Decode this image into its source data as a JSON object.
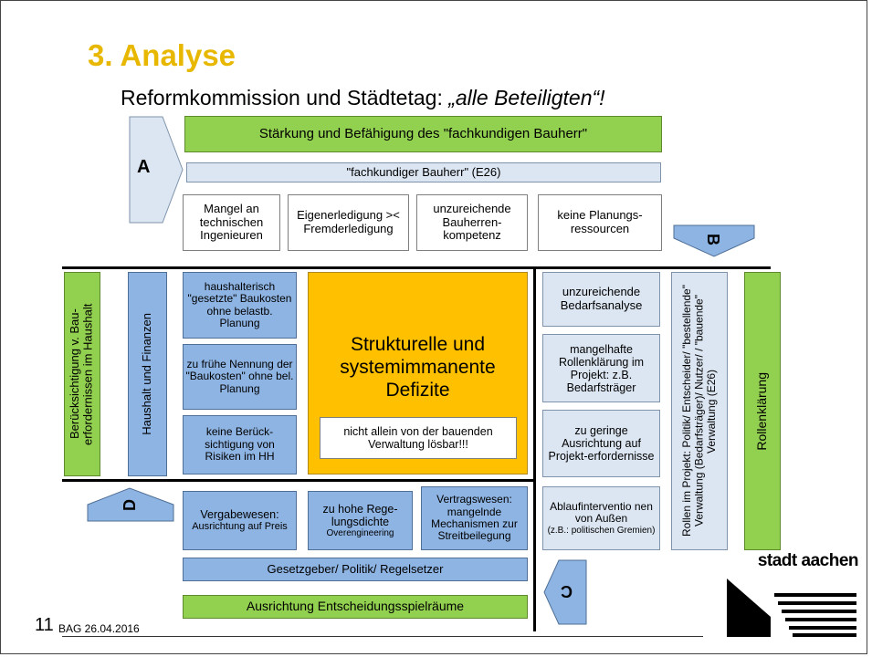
{
  "slide": {
    "title": "3. Analyse",
    "subtitle_plain": "Reformkommission und Städtetag: ",
    "subtitle_italic": "„alle Beteiligten“!",
    "footer_number": "11",
    "footer_text": "BAG 26.04.2016",
    "logo_text": "stadt aachen",
    "colors": {
      "title": "#e8b800",
      "green": "#92d050",
      "light_blue": "#dce6f2",
      "mid_blue": "#8eb4e3",
      "orange": "#ffc000"
    }
  },
  "section_a": {
    "arrow_label": "A",
    "header": "Stärkung und Befähigung des \"fachkundigen Bauherr\"",
    "sub": "\"fachkundiger Bauherr\" (E26)",
    "items": [
      {
        "text": "Mangel an technischen Ingenieuren"
      },
      {
        "text": "Eigenerledigung >< Fremderledigung"
      },
      {
        "text": "unzureichende Bauherren-kompetenz"
      },
      {
        "text": "keine Planungs-ressourcen"
      }
    ]
  },
  "section_b": {
    "arrow_label": "B",
    "items": [
      {
        "text": "unzureichende Bedarfsanalyse"
      },
      {
        "text": "mangelhafte Rollenklärung im Projekt: z.B. Bedarfsträger"
      },
      {
        "text": "zu geringe Ausrichtung auf Projekt-erfordernisse"
      }
    ],
    "roles": "Rollen im Projekt: Politik/ Entscheider/ \"bestellende\" Verwaltung (Bedarfsträger)/ Nutzer/ / \"bauende\" Verwaltung  (E26)",
    "header": "Rollenklärung"
  },
  "section_c": {
    "arrow_label": "C",
    "item_main": "Ablaufinterventio nen von Außen",
    "item_small": "(z.B.: politischen Gremien)"
  },
  "section_d": {
    "arrow_label": "D",
    "header_outer": "Berücksichtigung v. Bau-erfordernissen im Haushalt",
    "header_inner": "Haushalt und Finanzen",
    "items": [
      {
        "text": "haushalterisch \"gesetzte\" Baukosten ohne belastb. Planung"
      },
      {
        "text": "zu frühe Nennung der \"Baukosten\" ohne bel. Planung"
      },
      {
        "text": "keine Berück-sichtigung von Risiken im HH"
      }
    ],
    "vergabe_main": "Vergabewesen:",
    "vergabe_small": "Ausrichtung auf Preis",
    "regel_main": "zu hohe Rege-lungsdichte",
    "regel_small": "Overengineering",
    "vertrag": "Vertragswesen: mangelnde Mechanismen zur Streitbeilegung",
    "gesetz": "Gesetzgeber/ Politik/ Regelsetzer",
    "ausrichtung": "Ausrichtung Entscheidungsspielräume"
  },
  "center": {
    "title": "Strukturelle und systemimmanente Defizite",
    "note": "nicht allein von der bauenden Verwaltung lösbar!!!"
  }
}
